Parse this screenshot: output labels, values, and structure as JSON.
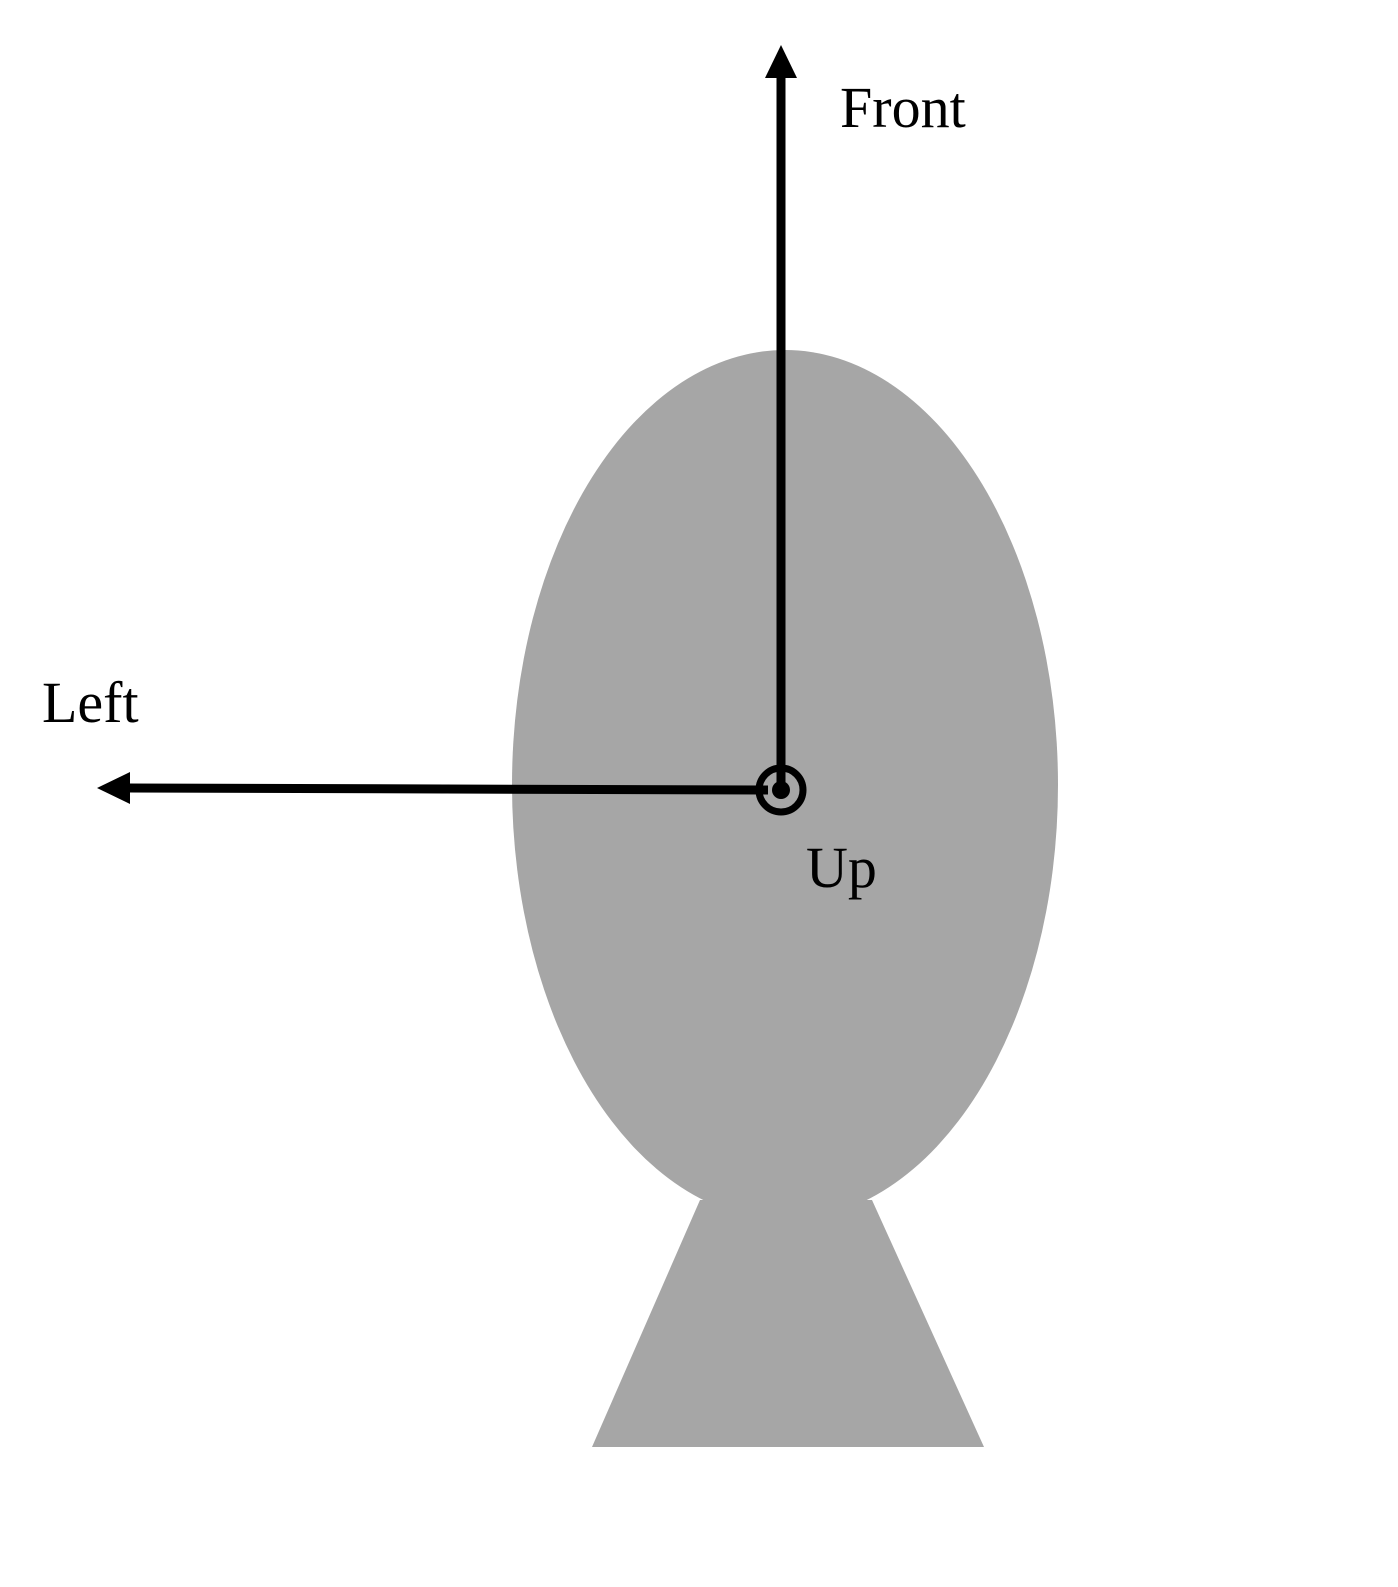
{
  "labels": {
    "front": "Front",
    "left": "Left",
    "up": "Up"
  },
  "colors": {
    "body": "#a6a6a6",
    "axis": "#000000",
    "background": "#ffffff"
  },
  "icons": {
    "up_axis": "circled-dot-out-of-page-icon",
    "front_axis": "arrow-up-icon",
    "left_axis": "arrow-left-icon"
  }
}
